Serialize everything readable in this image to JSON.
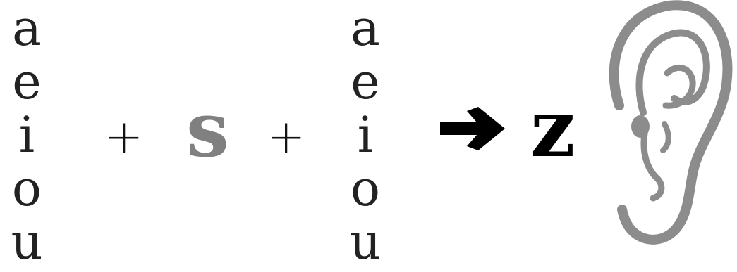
{
  "left_vowels": [
    "a",
    "e",
    "i",
    "o",
    "u"
  ],
  "plus_1": "+",
  "consonant": "s",
  "plus_2": "+",
  "right_vowels": [
    "a",
    "e",
    "i",
    "o",
    "u"
  ],
  "arrow_icon": "right-arrow-icon",
  "result": "z",
  "ear_icon": "ear-icon",
  "colors": {
    "vowel": "#222222",
    "consonant": "#808080",
    "result": "#000000",
    "ear": "#8c8c8c"
  }
}
